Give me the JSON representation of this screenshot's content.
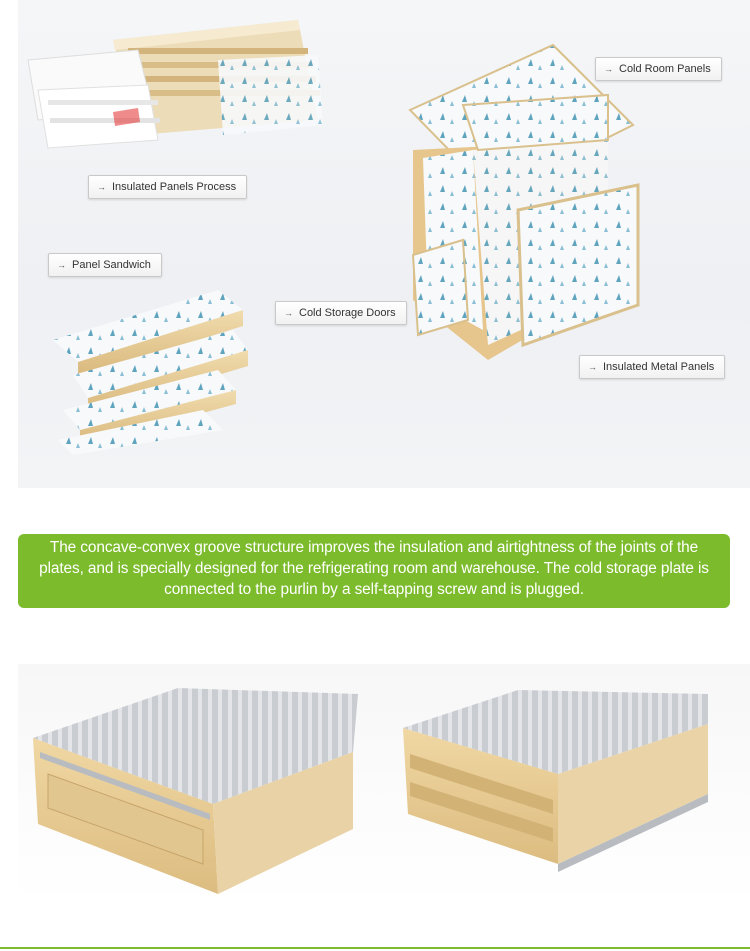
{
  "labels": {
    "insulated_panels_process": "Insulated Panels Process",
    "panel_sandwich": "Panel Sandwich",
    "cold_storage_doors": "Cold Storage Doors",
    "cold_room_panels": "Cold Room Panels",
    "insulated_metal_panels": "Insulated Metal Panels",
    "arrow_glyph": "→"
  },
  "banner": {
    "text": "The concave-convex groove structure improves the insulation and airtightness of the joints of the plates, and is specially designed for the refrigerating room and warehouse. The cold storage plate is connected to the purlin by a self-tapping screw and is plugged."
  },
  "colors": {
    "accent_green": "#7cbb2c",
    "foam_core": "#e8cf9a",
    "panel_white": "#f7f9fb",
    "film_print": "#3a8fb0"
  },
  "icons": [
    "arrow-right-icon"
  ]
}
